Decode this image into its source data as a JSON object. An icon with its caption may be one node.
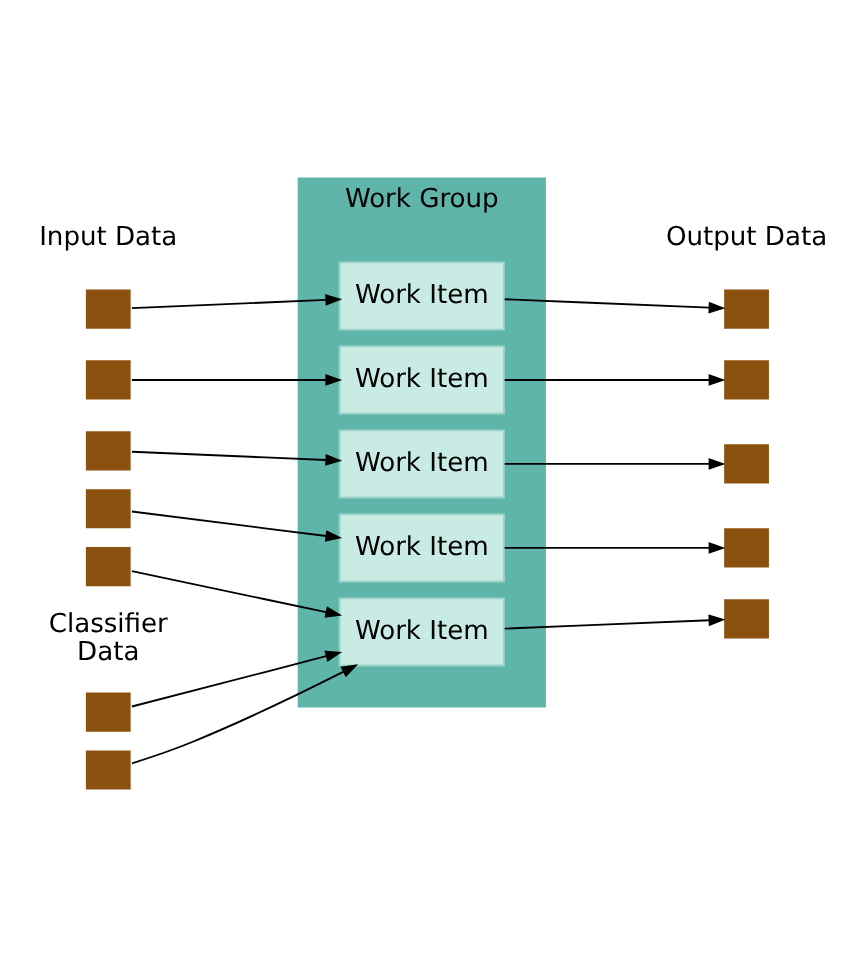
{
  "diagram": {
    "nodes": [
      {
        "text": [
          "Work Group"
        ]
      },
      {
        "text": [
          "Work Item"
        ],
        "in": 0
      },
      {
        "text": [
          "Work Item"
        ],
        "in": 0
      },
      {
        "text": [
          "Work Item"
        ],
        "in": 0
      },
      {
        "text": [
          "Work Item"
        ],
        "in": 0
      },
      {
        "text": [
          "Work Item"
        ],
        "in": 0
      },
      {
        "text": [],
        "shape": "box"
      },
      {
        "text": [],
        "shape": "box"
      },
      {
        "text": [],
        "shape": "box"
      },
      {
        "text": [],
        "shape": "box"
      },
      {
        "text": [],
        "shape": "box"
      },
      {
        "text": [],
        "shape": "box"
      },
      {
        "text": [],
        "shape": "box"
      },
      {
        "text": [],
        "shape": "box"
      },
      {
        "text": [],
        "shape": "box"
      },
      {
        "text": [],
        "shape": "box"
      },
      {
        "text": [],
        "shape": "box"
      },
      {
        "text": [],
        "shape": "box"
      }
    ],
    "edges": [
      {
        "from": 6,
        "to": 1,
        "arrow": "to"
      },
      {
        "from": 7,
        "to": 2,
        "arrow": "to"
      },
      {
        "from": 8,
        "to": 3,
        "arrow": "to"
      },
      {
        "from": 9,
        "to": 4,
        "arrow": "to"
      },
      {
        "from": 10,
        "to": 5,
        "arrow": "to"
      },
      {
        "from": 1,
        "to": 11,
        "arrow": "to"
      },
      {
        "from": 2,
        "to": 12,
        "arrow": "to"
      },
      {
        "from": 3,
        "to": 13,
        "arrow": "to"
      },
      {
        "from": 4,
        "to": 14,
        "arrow": "to"
      },
      {
        "from": 5,
        "to": 15,
        "arrow": "to"
      },
      {
        "from": 16,
        "to": 5,
        "arrow": "to"
      },
      {
        "from": 17,
        "to": 5,
        "arrow": "to"
      }
    ],
    "labels": [
      "Input Data",
      "Output Data",
      "Classifier Data"
    ]
  }
}
